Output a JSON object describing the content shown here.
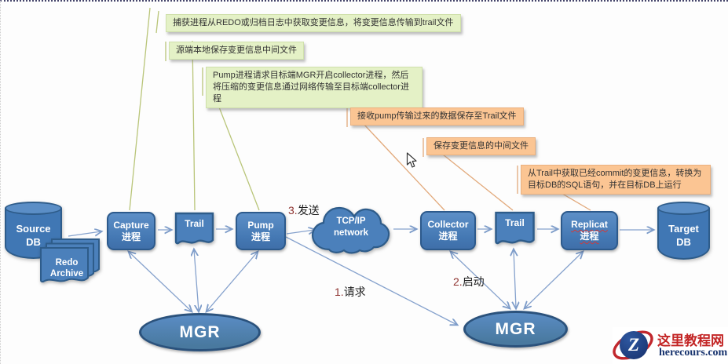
{
  "annotations": {
    "green": [
      {
        "text": "捕获进程从REDO或归档日志中获取变更信息，将变更信息传输到trail文件"
      },
      {
        "text": "源端本地保存变更信息中间文件"
      },
      {
        "text": "Pump进程请求目标端MGR开启collector进程，然后将压缩的变更信息通过网络传输至目标端collector进程"
      }
    ],
    "orange": [
      {
        "text": "接收pump传输过来的数据保存至Trail文件"
      },
      {
        "text": "保存变更信息的中间文件"
      },
      {
        "text": "从Trail中获取已经commit的变更信息，转换为目标DB的SQL语句，并在目标DB上运行"
      }
    ]
  },
  "nodes": {
    "source_db": {
      "line1": "Source",
      "line2": "DB"
    },
    "redo_archive": {
      "line1": "Redo",
      "line2": "Archive"
    },
    "capture": {
      "line1": "Capture",
      "line2": "进程"
    },
    "trail_source": {
      "label": "Trail"
    },
    "pump": {
      "line1": "Pump",
      "line2": "进程"
    },
    "network": {
      "line1": "TCP/IP",
      "line2": "network"
    },
    "collector": {
      "line1": "Collector",
      "line2": "进程"
    },
    "trail_target": {
      "label": "Trail"
    },
    "replicat": {
      "line1": "Replicat",
      "line2": "进程"
    },
    "target_db": {
      "line1": "Target",
      "line2": "DB"
    },
    "mgr_source": {
      "label": "MGR"
    },
    "mgr_target": {
      "label": "MGR"
    }
  },
  "flow_labels": {
    "send": {
      "num": "3.",
      "text": "发送"
    },
    "request": {
      "num": "1.",
      "text": "请求"
    },
    "start": {
      "num": "2.",
      "text": "启动"
    }
  },
  "watermark": {
    "letter": "Z",
    "title": "这里教程网",
    "domain": "herecours.com"
  },
  "colors": {
    "node_fill": "#4b80bb",
    "node_border": "#2e5c8a",
    "green_note": "#e4f1c6",
    "orange_note": "#fbc593",
    "connector": "#86a2cd",
    "green_line": "#b9c579",
    "orange_line": "#e2a97b",
    "logo_red": "#c32525",
    "logo_navy": "#17336e"
  }
}
